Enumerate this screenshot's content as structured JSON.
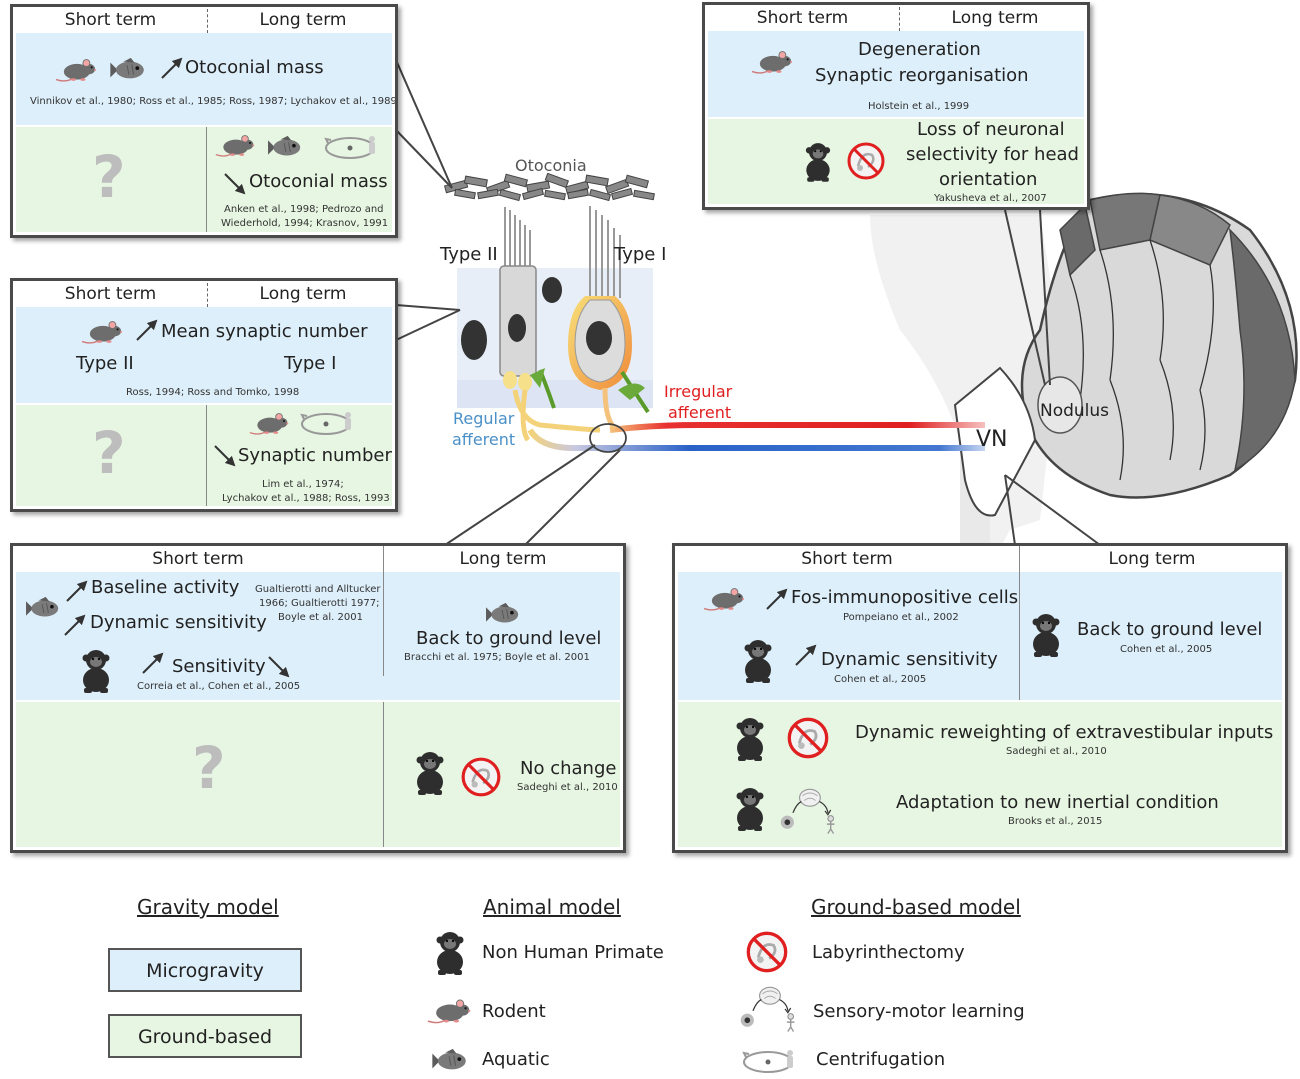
{
  "colors": {
    "microgravity": "#ddeffa",
    "ground_based": "#e7f6e2",
    "irregular": "#e02020",
    "regular": "#2060c0"
  },
  "panels": {
    "otoconia": {
      "short_term": "Short term",
      "long_term": "Long term",
      "micro_text": "Otoconial mass",
      "micro_ref": "Vinnikov et al., 1980; Ross et al., 1985; Ross, 1987; Lychakov et al., 1989",
      "ground_q": "?",
      "ground_text": "Otoconial mass",
      "ground_ref1": "Anken et al., 1998; Pedrozo and",
      "ground_ref2": "Wiederhold, 1994; Krasnov, 1991"
    },
    "synapse": {
      "short_term": "Short term",
      "long_term": "Long term",
      "micro_text": "Mean synaptic number",
      "type2": "Type II",
      "type1": "Type I",
      "micro_ref": "Ross, 1994; Ross and Tomko, 1998",
      "ground_q": "?",
      "ground_text": "Synaptic number",
      "ground_ref1": "Lim et al., 1974;",
      "ground_ref2": "Lychakov et al., 1988; Ross, 1993"
    },
    "afferent": {
      "short_term": "Short term",
      "long_term": "Long term",
      "baseline": "Baseline activity",
      "dynamic": "Dynamic sensitivity",
      "ref1a": "Gualtierotti and Alltucker",
      "ref1b": "1966; Gualtierotti 1977;",
      "ref1c": "Boyle et al. 2001",
      "sensitivity": "Sensitivity",
      "ref2": "Correia et al., Cohen et al., 2005",
      "back": "Back to ground level",
      "back_ref": "Bracchi et al. 1975; Boyle et al. 2001",
      "ground_q": "?",
      "no_change": "No change",
      "no_change_ref": "Sadeghi et al., 2010"
    },
    "nodulus": {
      "short_term": "Short term",
      "long_term": "Long term",
      "micro_l1": "Degeneration",
      "micro_l2": "Synaptic reorganisation",
      "micro_ref": "Holstein et al., 1999",
      "g_l1": "Loss of neuronal",
      "g_l2": "selectivity for head",
      "g_l3": "orientation",
      "g_ref": "Yakusheva et al., 2007"
    },
    "vn": {
      "short_term": "Short term",
      "long_term": "Long term",
      "fos": "Fos-immunopositive cells",
      "fos_ref": "Pompeiano et al., 2002",
      "dyn": "Dynamic sensitivity",
      "dyn_ref": "Cohen et al., 2005",
      "back": "Back to ground level",
      "back_ref": "Cohen et al., 2005",
      "reweight": "Dynamic reweighting of extravestibular inputs",
      "reweight_ref": "Sadeghi et al., 2010",
      "adapt": "Adaptation to new inertial condition",
      "adapt_ref": "Brooks et al., 2015"
    }
  },
  "anatomy": {
    "otoconia": "Otoconia",
    "type2": "Type II",
    "type1": "Type I",
    "irregular1": "Irregular",
    "irregular2": "afferent",
    "regular1": "Regular",
    "regular2": "afferent",
    "nodulus": "Nodulus",
    "vn": "VN"
  },
  "legend": {
    "gravity_title": "Gravity model",
    "microgravity": "Microgravity",
    "ground_based": "Ground-based",
    "animal_title": "Animal model",
    "primate": "Non Human Primate",
    "rodent": "Rodent",
    "aquatic": "Aquatic",
    "ground_title": "Ground-based model",
    "labyrinthectomy": "Labyrinthectomy",
    "sensory_motor": "Sensory-motor learning",
    "centrifugation": "Centrifugation"
  }
}
